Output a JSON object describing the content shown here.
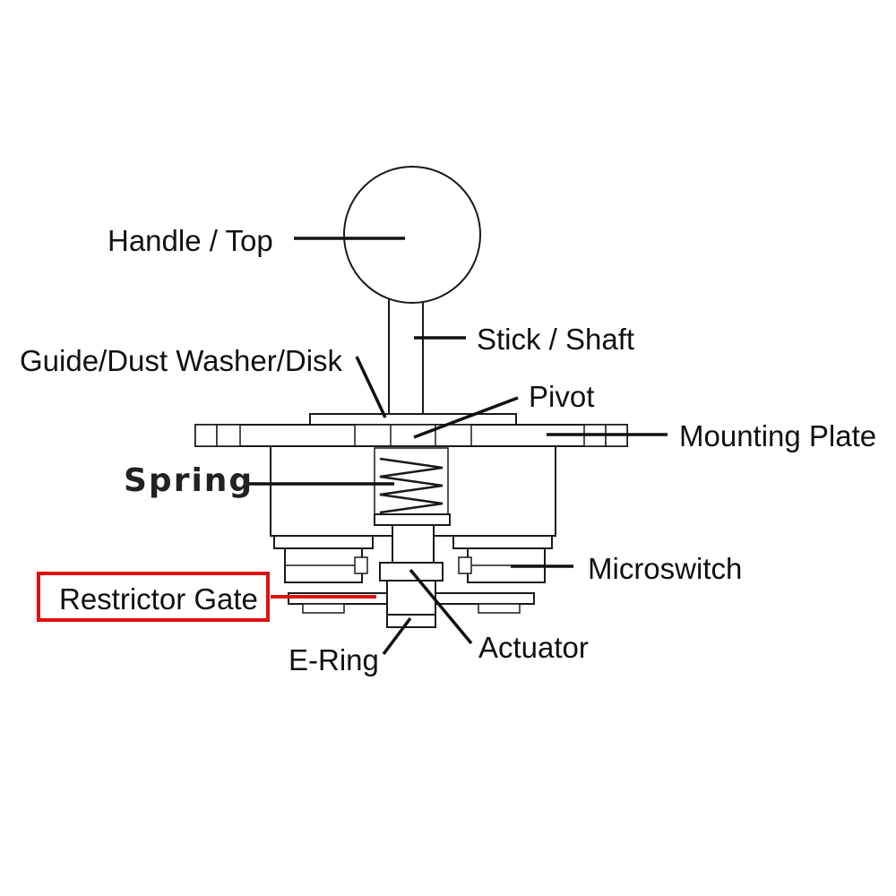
{
  "labels": {
    "handle": "Handle / Top",
    "shaft": "Stick / Shaft",
    "guide": "Guide/Dust Washer/Disk",
    "pivot": "Pivot",
    "mounting_plate": "Mounting Plate",
    "spring": "Spring",
    "microswitch": "Microswitch",
    "restrictor_gate": "Restrictor Gate",
    "actuator": "Actuator",
    "e_ring": "E-Ring"
  },
  "highlight": {
    "label": "restrictor_gate",
    "color": "#e01010"
  },
  "colors": {
    "line": "#1a1a1a",
    "background": "#ffffff"
  }
}
